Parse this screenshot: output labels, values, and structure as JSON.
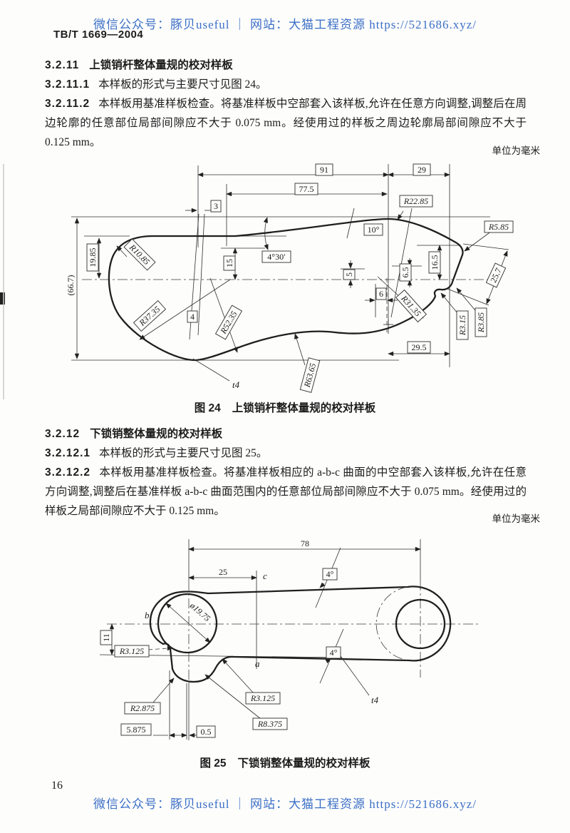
{
  "page": {
    "watermark_top": "微信公众号：豚贝useful ｜ 网站：大猫工程资源 https://521686.xyz/",
    "watermark_bottom": "微信公众号：豚贝useful ｜ 网站：大猫工程资源 https://521686.xyz/",
    "watermark_color": "#3b6fc6",
    "doc_number": "TB/T 1669—2004",
    "page_number": "16"
  },
  "section_3_2_11": {
    "heading_number": "3.2.11",
    "heading_title": "上锁销杆整体量规的校对样板",
    "clause_1_number": "3.2.11.1",
    "clause_1_text": "本样板的形式与主要尺寸见图 24。",
    "clause_2_number": "3.2.11.2",
    "clause_2_text": "本样板用基准样板检查。将基准样板中空部套入该样板,允许在任意方向调整,调整后在周边轮廓的任意部位局部间隙应不大于 0.075 mm。经使用过的样板之周边轮廓局部间隙应不大于 0.125 mm。"
  },
  "section_3_2_12": {
    "heading_number": "3.2.12",
    "heading_title": "下锁销整体量规的校对样板",
    "clause_1_number": "3.2.12.1",
    "clause_1_text": "本样板的形式与主要尺寸见图 25。",
    "clause_2_number": "3.2.12.2",
    "clause_2_text": "本样板用基准样板检查。将基准样板相应的 a-b-c 曲面的中空部套入该样板,允许在任意方向调整,调整后在基准样板 a-b-c 曲面范围内的任意部位局部间隙应不大于 0.075 mm。经使用过的样板之局部间隙应不大于 0.125 mm。"
  },
  "fig24": {
    "unit_note": "单位为毫米",
    "caption_label": "图 24",
    "caption_title": "上锁销杆整体量规的校对样板",
    "dims": {
      "d91": "91",
      "d29": "29",
      "d77_5": "77.5",
      "d3": "3",
      "r22_85": "R22.85",
      "r5_85": "R5.85",
      "a10": "10°",
      "a4_30": "4°30′",
      "d19_85": "19.85",
      "r10_85": "R10.85",
      "d15": "15",
      "d66_7": "(66.7)",
      "d5": "5",
      "d6_5": "6.5",
      "d16_5": "16.5",
      "d25_7": "25.7",
      "d6": "6",
      "r31_35": "R31.35",
      "r37_35": "R37.35",
      "d4": "4",
      "r52_35": "R52.35",
      "r3_15": "R3.15",
      "r3_85": "R3.85",
      "d29_5": "29.5",
      "r63_65": "R63.65",
      "t4": "t4"
    }
  },
  "fig25": {
    "unit_note": "单位为毫米",
    "caption_label": "图 25",
    "caption_title": "下锁销整体量规的校对样板",
    "dims": {
      "d78": "78",
      "d25": "25",
      "a4_top": "4°",
      "a4_bottom": "4°",
      "dia19_75": "ø19.75",
      "d11": "11",
      "r3_125_left": "R3.125",
      "r3_125_right": "R3.125",
      "r2_875": "R2.875",
      "r8_375": "R8.375",
      "d5_875": "5.875",
      "d0_5": "0.5",
      "t4": "t4",
      "label_a": "a",
      "label_b": "b",
      "label_c": "c"
    }
  }
}
